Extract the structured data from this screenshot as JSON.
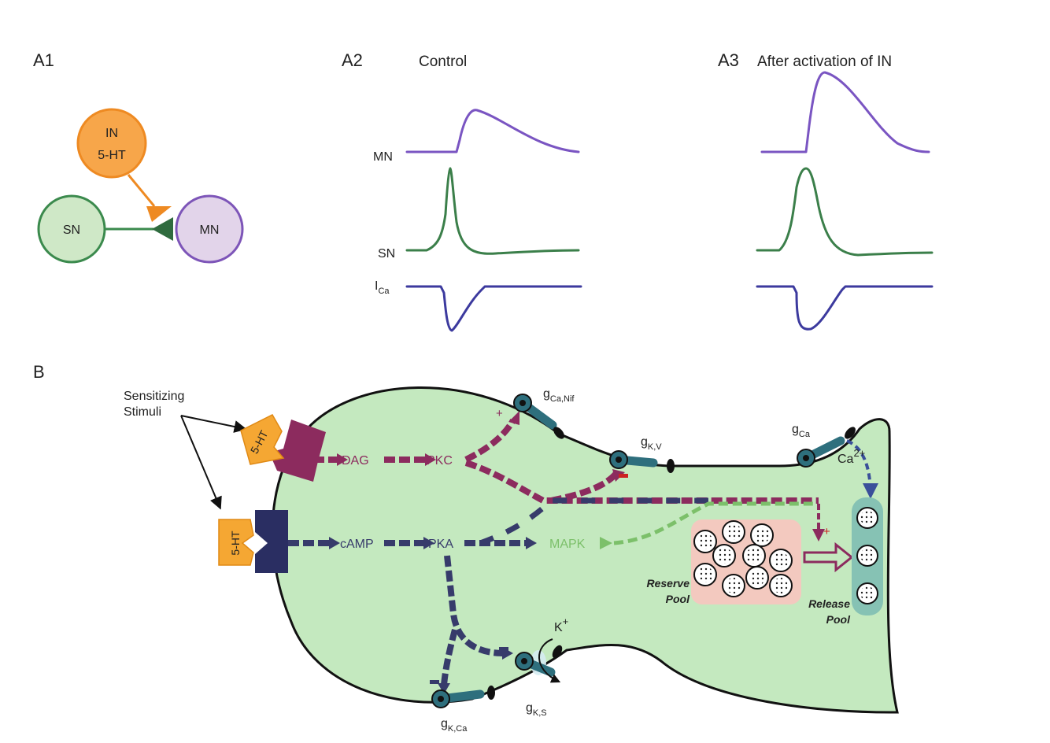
{
  "colors": {
    "in_fill": "#f7a64a",
    "in_stroke": "#ee8a22",
    "sn_fill": "#cfe8c7",
    "sn_stroke": "#3b8a4d",
    "mn_fill": "#e2d4ea",
    "mn_stroke": "#7d55b8",
    "mn_trace": "#7a55c2",
    "sn_trace": "#3b7f4a",
    "ica_trace": "#3c3a9e",
    "cell_fill": "#c4e9bf",
    "pkc": "#8c2b5e",
    "pka": "#373b6b",
    "mapk": "#7cc06a",
    "channel": "#2e6f7d",
    "reserve": "#f3c9bf",
    "release": "#86c2b4",
    "receptor_5ht": "#f5a733"
  },
  "panels": {
    "a1": "A1",
    "a2": "A2",
    "a2_title": "Control",
    "a3": "A3",
    "a3_title": "After activation of IN",
    "b": "B"
  },
  "a1": {
    "in_label": "IN",
    "in_sublabel": "5-HT",
    "sn_label": "SN",
    "mn_label": "MN"
  },
  "traces": {
    "mn": "MN",
    "sn": "SN",
    "ica_main": "I",
    "ica_sub": "Ca"
  },
  "b": {
    "sensitizing": [
      "Sensitizing",
      "Stimuli"
    ],
    "receptor_label": "5-HT",
    "dag": "DAG",
    "pkc": "PKC",
    "camp": "cAMP",
    "pka": "PKA",
    "mapk": "MAPK",
    "plus": "+",
    "minus": "-",
    "g": "g",
    "g_ca_nif": "Ca,Nif",
    "g_kv": "K,V",
    "g_ca": "Ca",
    "g_kca": "K,Ca",
    "g_ks": "K,S",
    "ca_ion": "Ca",
    "ca_charge": "2+",
    "k_ion": "K",
    "k_charge": "+",
    "reserve_pool": [
      "Reserve",
      "Pool"
    ],
    "release_pool": [
      "Release",
      "Pool"
    ]
  }
}
